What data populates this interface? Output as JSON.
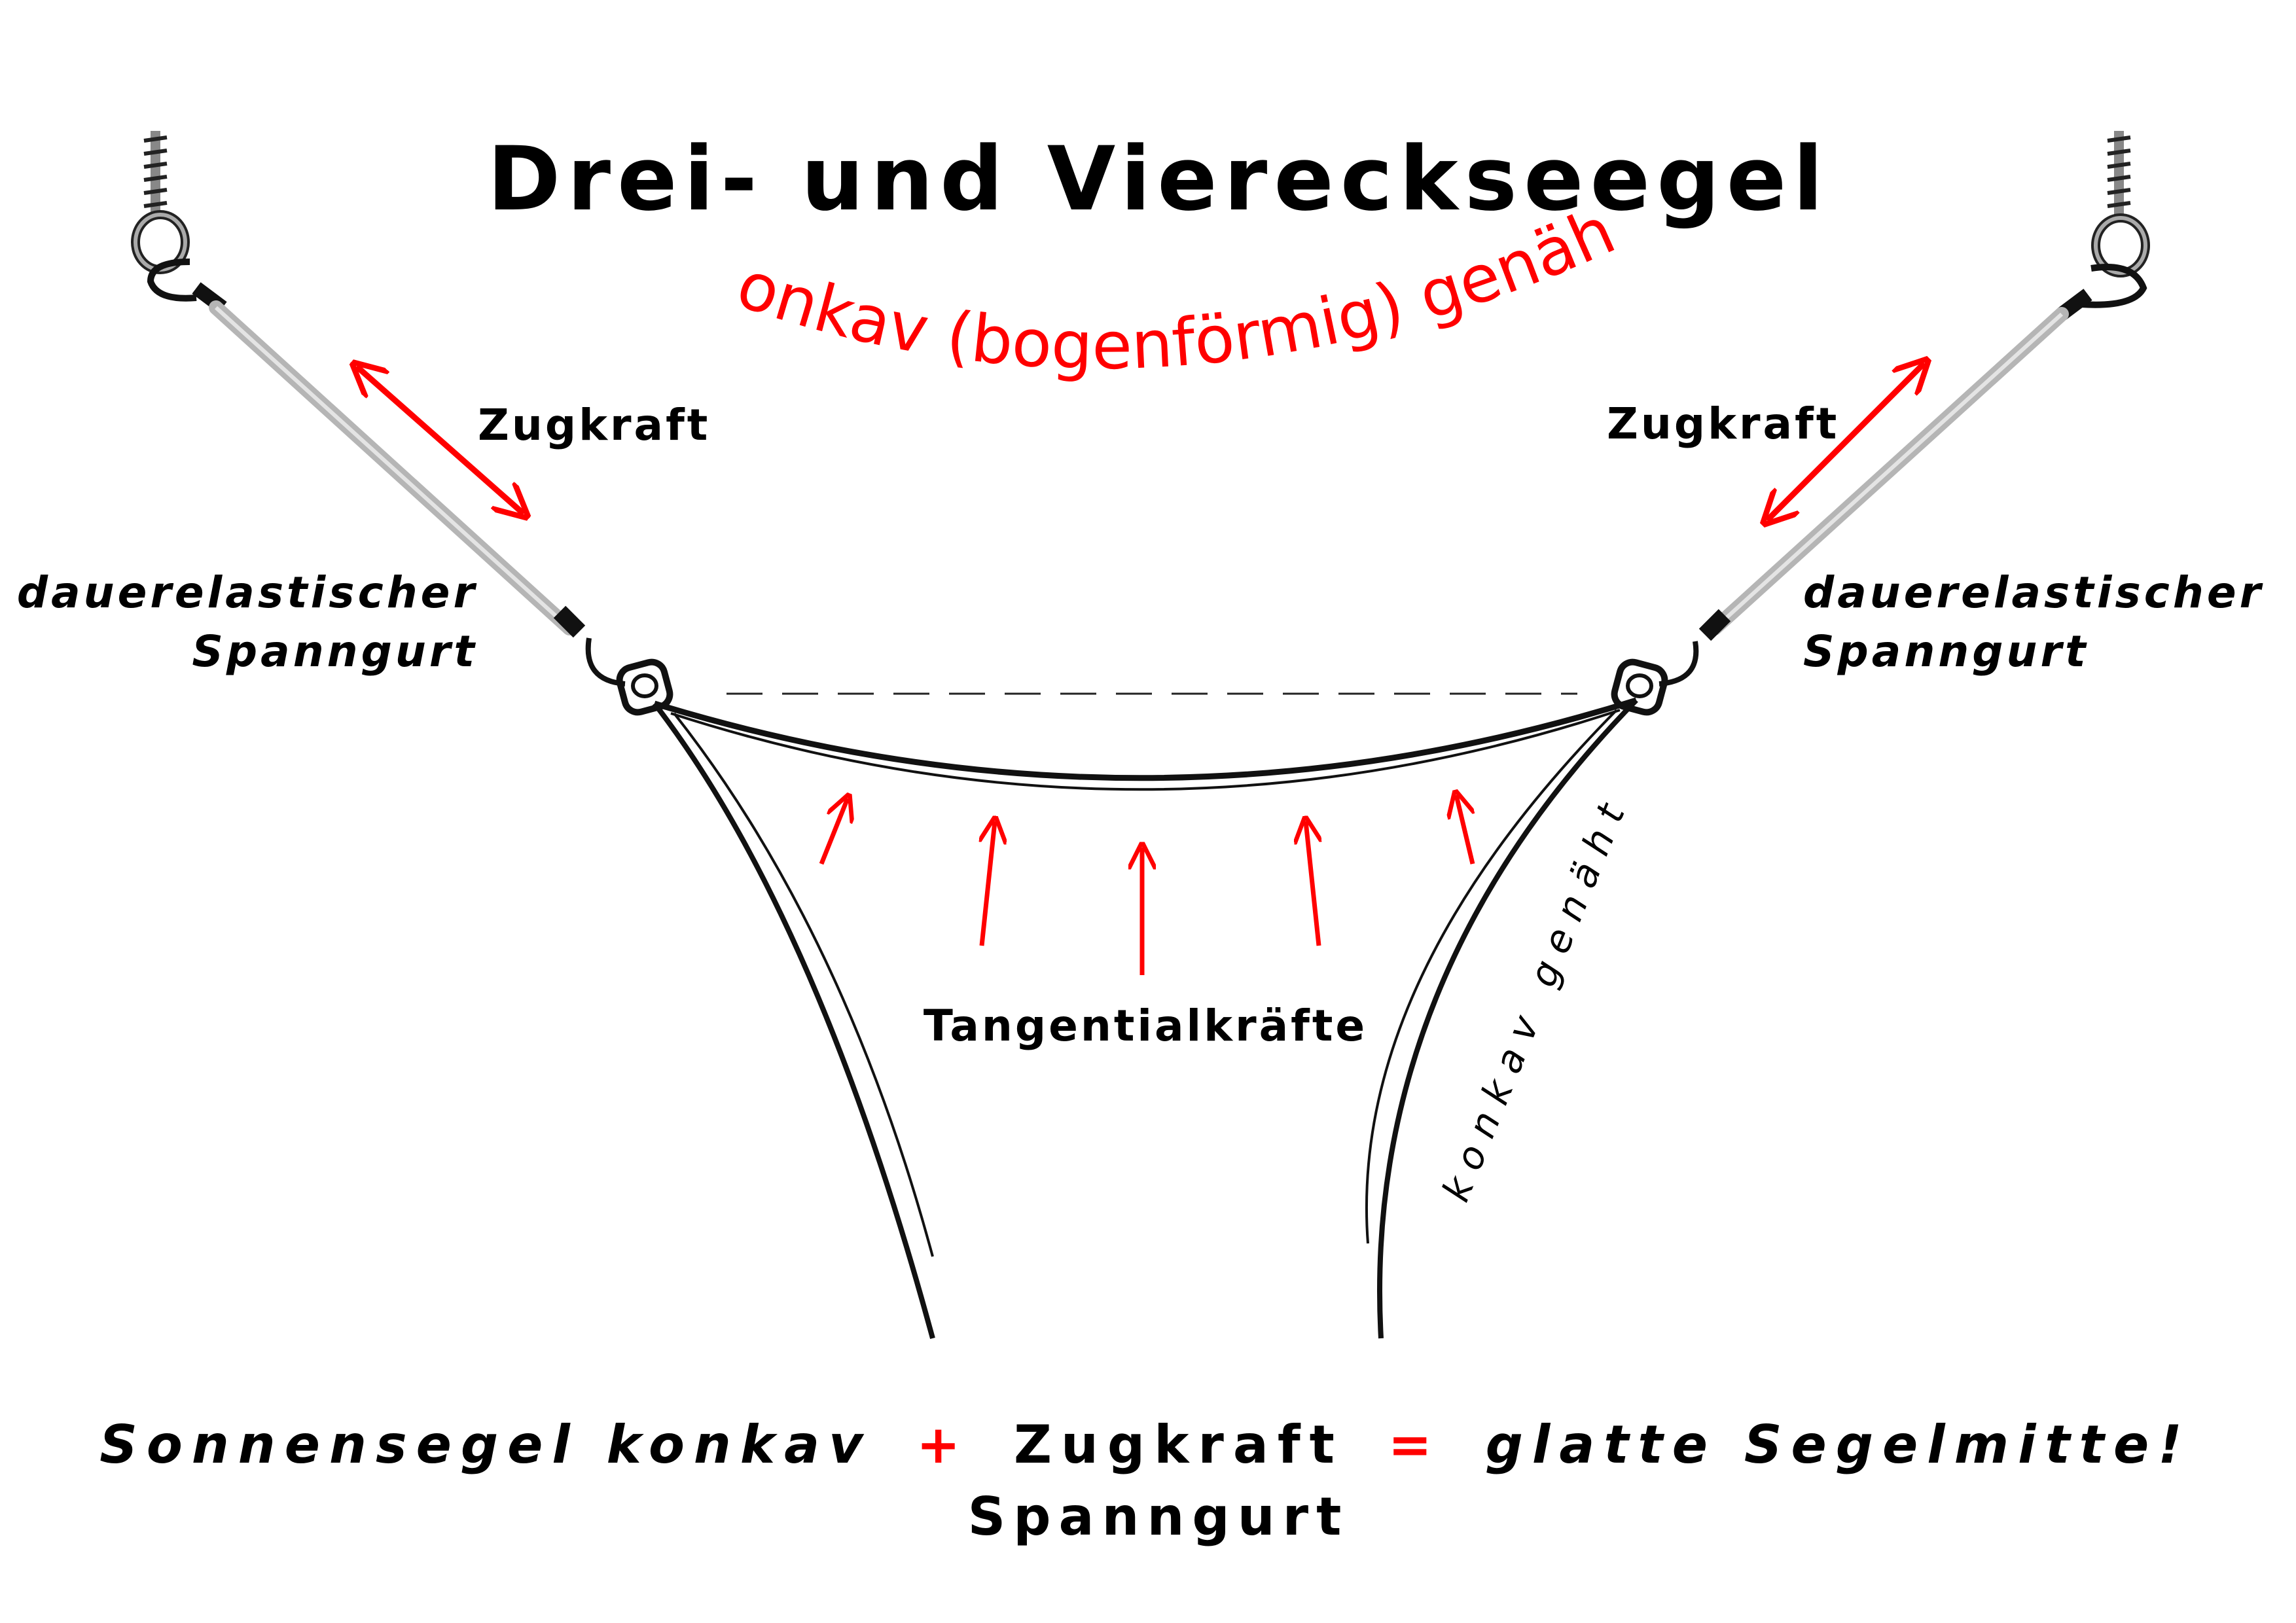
{
  "title": "Drei- und Viereckseegel",
  "subtitle": "konkav (bogenförmig) genäht",
  "left": {
    "force_label": "Zugkraft",
    "strap_line1": "dauerelastischer",
    "strap_line2": "Spanngurt"
  },
  "right": {
    "force_label": "Zugkraft",
    "strap_line1": "dauerelastischer",
    "strap_line2": "Spanngurt"
  },
  "tangential_label": "Tangentialkräfte",
  "side_label": "konkav genäht",
  "formula": {
    "part1": "Sonnensegel konkav",
    "plus": "+",
    "part2": "Zugkraft",
    "equals": "=",
    "part3": "glatte Segelmitte!",
    "part2_sub": "Spanngurt"
  },
  "colors": {
    "accent": "#ff0000",
    "ink": "#000000",
    "strap": "#c8c8c8"
  },
  "icons": [
    "screw-eye-hook-icon",
    "carabiner-icon",
    "corner-ring-icon"
  ]
}
